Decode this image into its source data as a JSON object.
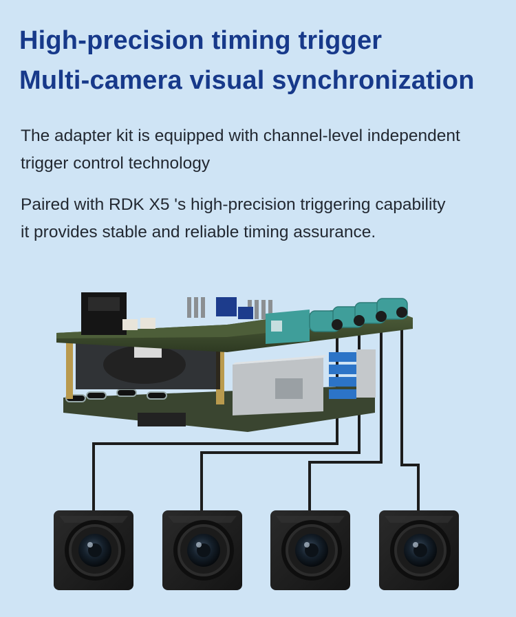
{
  "heading": {
    "line1": "High-precision timing trigger",
    "line2": "Multi-camera visual synchronization"
  },
  "paragraphs": [
    {
      "line1": "The adapter kit is equipped with channel-level independent",
      "line2": "trigger control technology"
    },
    {
      "line1": "Paired with RDK X5 's high-precision triggering capability",
      "line2": "it provides stable and reliable timing assurance."
    }
  ],
  "colors": {
    "background": "#cfe4f5",
    "heading": "#17398a",
    "body_text": "#222831",
    "connector_teal": "#3f9e9a",
    "pcb_green": "#3c4a2e",
    "cable": "#1c1c1c",
    "camera_body": "#1e1e1e"
  },
  "illustration": {
    "board": "stacked-board-icon",
    "cameras": [
      {
        "icon": "camera-module-icon"
      },
      {
        "icon": "camera-module-icon"
      },
      {
        "icon": "camera-module-icon"
      },
      {
        "icon": "camera-module-icon"
      }
    ]
  }
}
